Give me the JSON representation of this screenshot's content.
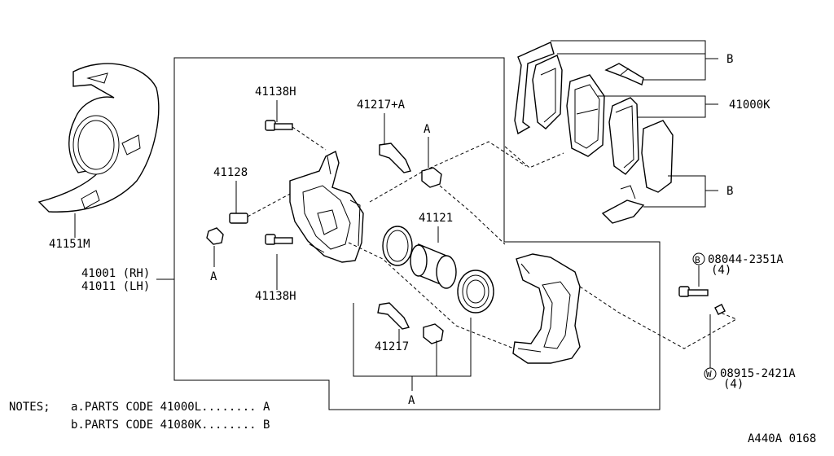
{
  "labels": {
    "plate": "41151M",
    "caliper_rh": "41001 (RH)",
    "caliper_lh": "41011 (LH)",
    "bolt_top": "41138H",
    "bolt_bottom": "41138H",
    "bleeder": "41128",
    "pin_top": "41217+A",
    "pin_bottom": "41217",
    "piston": "41121",
    "pad_kit": "41000K",
    "ref_a_upper": "A",
    "ref_a_left": "A",
    "ref_a_bottom": "A",
    "ref_b_upper": "B",
    "ref_b_lower": "B",
    "bolt_callout_letter": "B",
    "bolt_callout_code": "08044-2351A",
    "bolt_callout_qty": "(4)",
    "washer_callout_letter": "W",
    "washer_callout_code": "08915-2421A",
    "washer_callout_qty": "(4)"
  },
  "notes": {
    "heading": "NOTES;",
    "line_a": "a.PARTS CODE 41000L........ A",
    "line_b": "b.PARTS CODE 41080K........ B"
  },
  "figure_code": "A440A 0168"
}
